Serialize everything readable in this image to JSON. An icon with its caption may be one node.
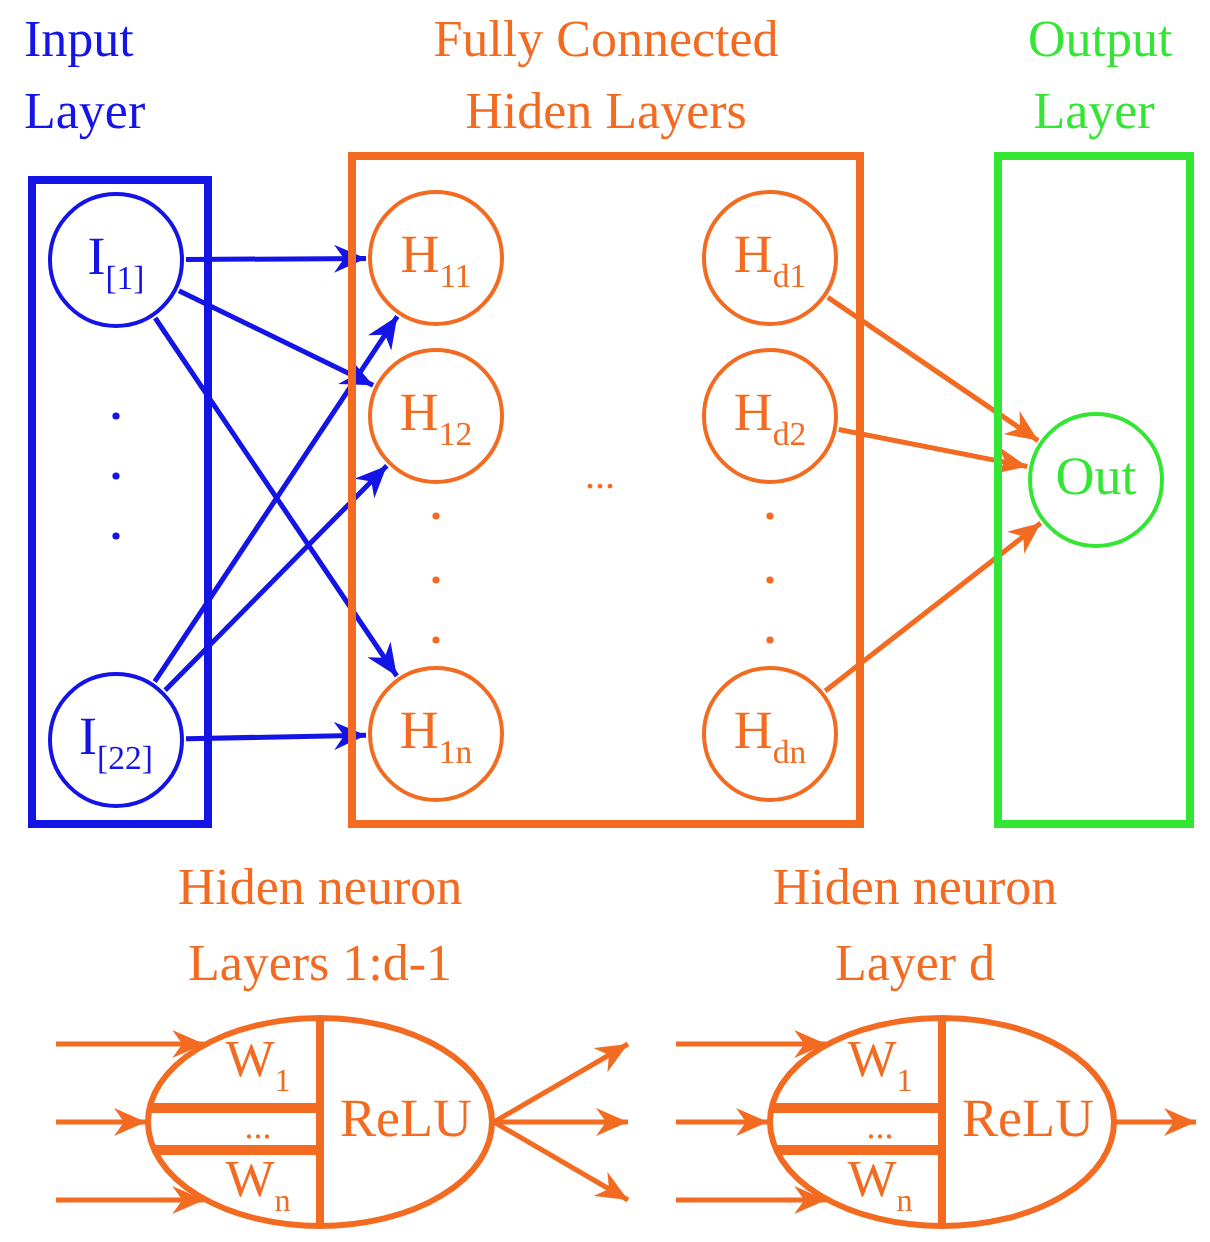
{
  "diagram": {
    "nodes": [
      {
        "text": [
          "Input Layer"
        ]
      },
      {
        "text": [
          "I$_{[1]}$"
        ],
        "in": 0
      },
      {
        "text": [
          "I$_{[22]}$"
        ],
        "in": 0
      },
      {
        "text": [
          "Fully Connected Hiden Layers"
        ]
      },
      {
        "text": [
          "H$_{11}$"
        ],
        "in": 3
      },
      {
        "text": [
          "H$_{12}$"
        ],
        "in": 3
      },
      {
        "text": [
          "H$_{1n}$"
        ],
        "in": 3
      },
      {
        "text": [
          "H$_{d1}$"
        ],
        "in": 3
      },
      {
        "text": [
          "H$_{d2}$"
        ],
        "in": 3
      },
      {
        "text": [
          "H$_{dn}$"
        ],
        "in": 3
      },
      {
        "text": [
          "Output Layer"
        ]
      },
      {
        "text": [
          "Out"
        ],
        "in": 10
      },
      {
        "text": [
          "Hiden neuron Layers 1:d-1",
          "W$_{1}$",
          "...",
          "W$_{n}$",
          "ReLU"
        ]
      },
      {
        "text": [
          "Hiden neuron Layer d",
          "W$_{1}$",
          "...",
          "W$_{n}$",
          "ReLU"
        ]
      }
    ],
    "edges": [
      {
        "from": 1,
        "to": 4,
        "arrow": "to",
        "color": "#1414e6"
      },
      {
        "from": 1,
        "to": 5,
        "arrow": "to",
        "color": "#1414e6"
      },
      {
        "from": 1,
        "to": 6,
        "arrow": "to",
        "color": "#1414e6"
      },
      {
        "from": 2,
        "to": 4,
        "arrow": "to",
        "color": "#1414e6"
      },
      {
        "from": 2,
        "to": 5,
        "arrow": "to",
        "color": "#1414e6"
      },
      {
        "from": 2,
        "to": 6,
        "arrow": "to",
        "color": "#1414e6"
      },
      {
        "from": 7,
        "to": 11,
        "arrow": "to"
      },
      {
        "from": 8,
        "to": 11,
        "arrow": "to"
      },
      {
        "from": 9,
        "to": 11,
        "arrow": "to"
      },
      {
        "from": null,
        "to": 12,
        "arrow": "to"
      },
      {
        "from": null,
        "to": 12,
        "arrow": "to"
      },
      {
        "from": null,
        "to": 12,
        "arrow": "to"
      },
      {
        "from": 12,
        "to": null,
        "arrow": "to"
      },
      {
        "from": 12,
        "to": null,
        "arrow": "to"
      },
      {
        "from": 12,
        "to": null,
        "arrow": "to"
      },
      {
        "from": null,
        "to": 13,
        "arrow": "to"
      },
      {
        "from": null,
        "to": 13,
        "arrow": "to"
      },
      {
        "from": null,
        "to": 13,
        "arrow": "to"
      },
      {
        "from": 13,
        "to": null,
        "arrow": "to"
      }
    ],
    "labels": [
      "..."
    ]
  }
}
